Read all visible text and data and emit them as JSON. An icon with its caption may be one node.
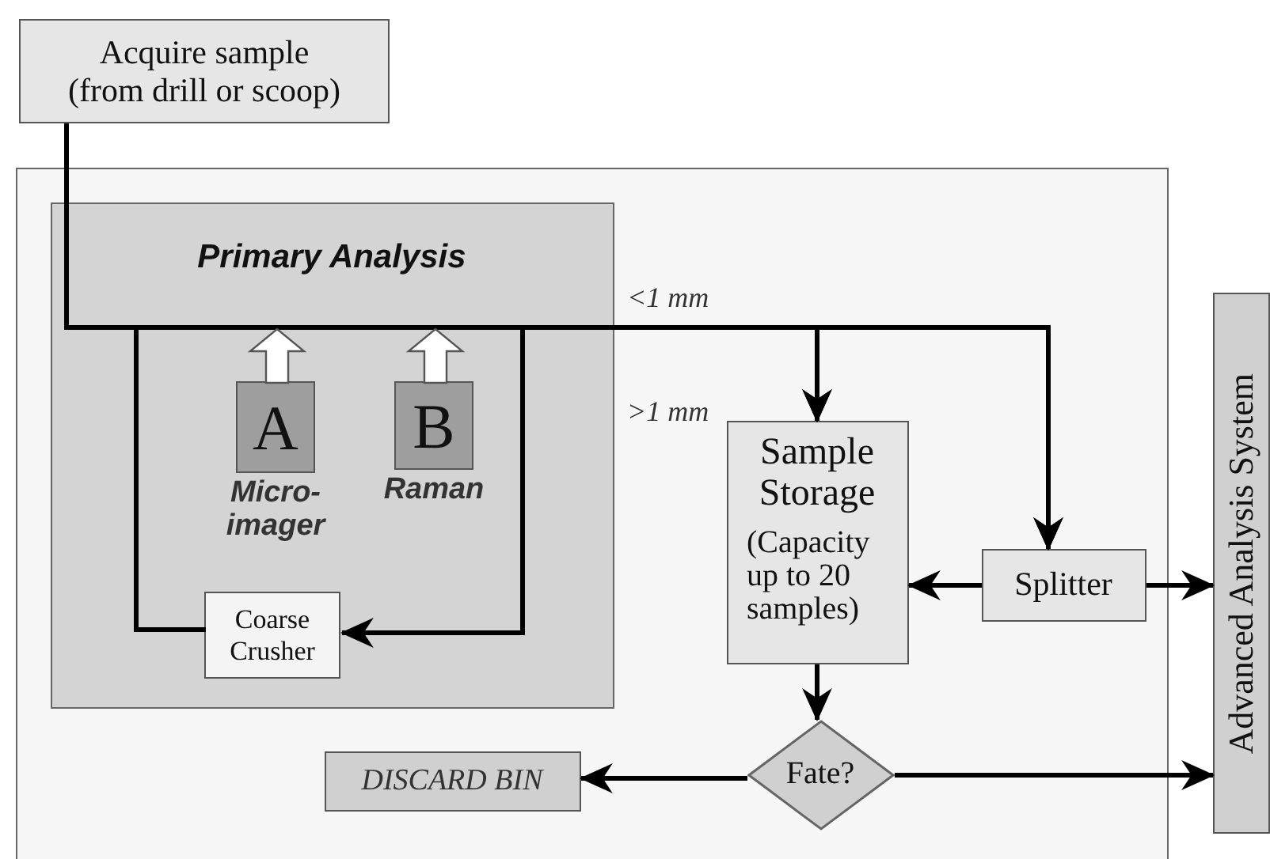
{
  "diagram": {
    "nodes": [
      {
        "text": [
          "Acquire sample (from drill or scoop)"
        ]
      },
      {
        "text": [],
        "shape": "box"
      },
      {
        "text": [
          "Primary Analysis"
        ],
        "in": 1
      },
      {
        "text": [
          "A"
        ],
        "in": 2,
        "beside": [
          "Micro-imager"
        ]
      },
      {
        "text": [
          "B"
        ],
        "in": 2,
        "beside": [
          "Raman"
        ]
      },
      {
        "text": [
          "Coarse Crusher"
        ],
        "in": 2
      },
      {
        "text": [
          "Sample Storage",
          "(Capacity up to 20 samples)"
        ],
        "in": 1
      },
      {
        "text": [
          "Splitter"
        ],
        "in": 1
      },
      {
        "text": [
          "Fate?"
        ],
        "in": 1
      },
      {
        "text": [
          "DISCARD BIN"
        ],
        "in": 1
      },
      {
        "text": [
          "Advanced Analysis System"
        ]
      }
    ],
    "edges": [
      {
        "from": 0,
        "to": 5,
        "arrow": "to",
        "label": ">1 mm"
      },
      {
        "from": 0,
        "to": 6,
        "arrow": "to",
        "label": "<1 mm"
      },
      {
        "from": 0,
        "to": 7,
        "arrow": "to"
      },
      {
        "from": 5,
        "to": 6,
        "arrow": "to"
      },
      {
        "from": 5,
        "to": 7,
        "arrow": "to"
      },
      {
        "from": 7,
        "to": 6,
        "arrow": "to"
      },
      {
        "from": 7,
        "to": 10,
        "arrow": "to"
      },
      {
        "from": 6,
        "to": 8,
        "arrow": "to"
      },
      {
        "from": 8,
        "to": 9,
        "arrow": "to"
      },
      {
        "from": 8,
        "to": 10,
        "arrow": "to"
      },
      {
        "from": 3,
        "to": null,
        "arrow": "to",
        "style": "thick"
      },
      {
        "from": 4,
        "to": null,
        "arrow": "to",
        "style": "thick"
      }
    ]
  }
}
